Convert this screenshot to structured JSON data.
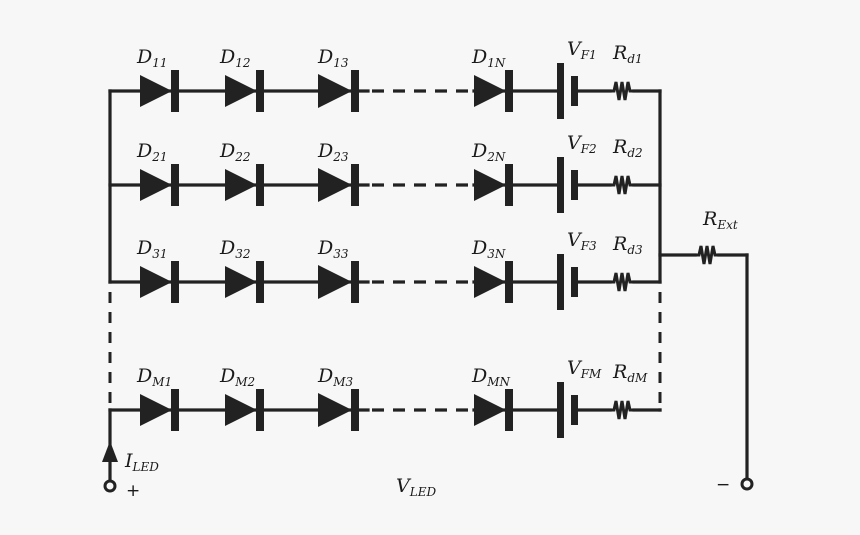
{
  "rows": [
    {
      "diodes": [
        {
          "main": "D",
          "sub": "11"
        },
        {
          "main": "D",
          "sub": "12"
        },
        {
          "main": "D",
          "sub": "13"
        },
        {
          "main": "D",
          "sub": "1N"
        }
      ],
      "vf": {
        "main": "V",
        "sub": "F1"
      },
      "rd": {
        "main": "R",
        "sub": "d1"
      }
    },
    {
      "diodes": [
        {
          "main": "D",
          "sub": "21"
        },
        {
          "main": "D",
          "sub": "22"
        },
        {
          "main": "D",
          "sub": "23"
        },
        {
          "main": "D",
          "sub": "2N"
        }
      ],
      "vf": {
        "main": "V",
        "sub": "F2"
      },
      "rd": {
        "main": "R",
        "sub": "d2"
      }
    },
    {
      "diodes": [
        {
          "main": "D",
          "sub": "31"
        },
        {
          "main": "D",
          "sub": "32"
        },
        {
          "main": "D",
          "sub": "33"
        },
        {
          "main": "D",
          "sub": "3N"
        }
      ],
      "vf": {
        "main": "V",
        "sub": "F3"
      },
      "rd": {
        "main": "R",
        "sub": "d3"
      }
    },
    {
      "diodes": [
        {
          "main": "D",
          "sub": "M1"
        },
        {
          "main": "D",
          "sub": "M2"
        },
        {
          "main": "D",
          "sub": "M3"
        },
        {
          "main": "D",
          "sub": "MN"
        }
      ],
      "vf": {
        "main": "V",
        "sub": "FM"
      },
      "rd": {
        "main": "R",
        "sub": "dM"
      }
    }
  ],
  "rext": {
    "main": "R",
    "sub": "Ext"
  },
  "iled": {
    "main": "I",
    "sub": "LED"
  },
  "vled": {
    "main": "V",
    "sub": "LED"
  },
  "plus": "+",
  "minus": "−"
}
